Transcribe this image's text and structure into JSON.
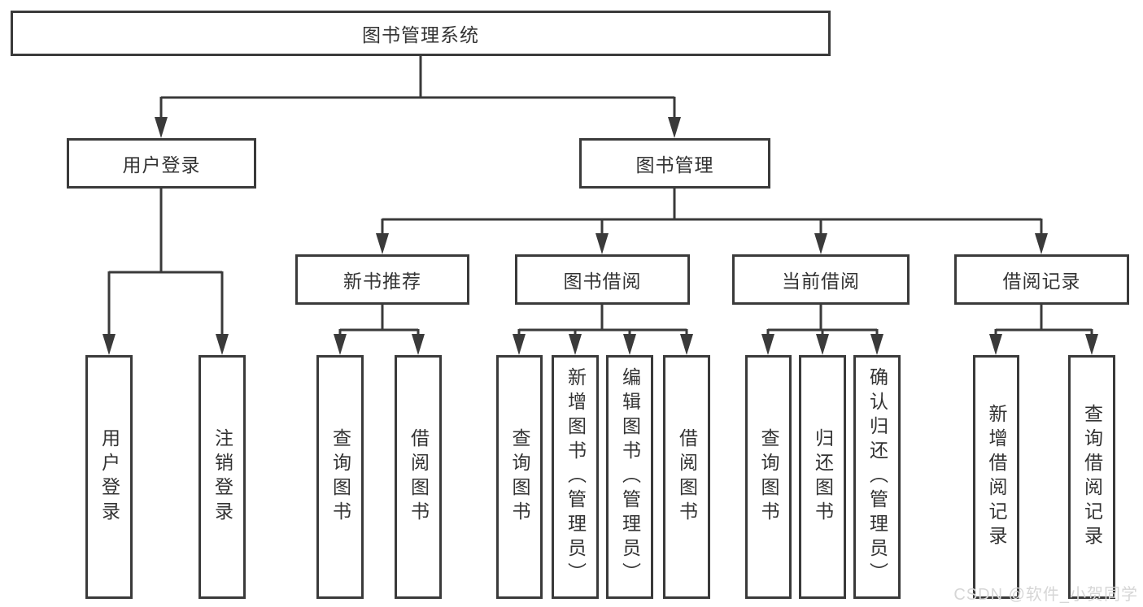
{
  "tree": {
    "root": "图书管理系统",
    "branches": [
      {
        "label": "用户登录",
        "children": [
          "用户登录",
          "注销登录"
        ]
      },
      {
        "label": "图书管理",
        "children": [
          {
            "label": "新书推荐",
            "children": [
              "查询图书",
              "借阅图书"
            ]
          },
          {
            "label": "图书借阅",
            "children": [
              "查询图书",
              "新增图书（管理员）",
              "编辑图书（管理员）",
              "借阅图书"
            ]
          },
          {
            "label": "当前借阅",
            "children": [
              "查询图书",
              "归还图书",
              "确认归还（管理员）"
            ]
          },
          {
            "label": "借阅记录",
            "children": [
              "新增借阅记录",
              "查询借阅记录"
            ]
          }
        ]
      }
    ]
  },
  "watermark": "CSDN @软件_小贺同学",
  "colors": {
    "line": "#3a3a3a",
    "text": "#333333",
    "watermark": "#d6d6d6",
    "background": "#ffffff"
  }
}
